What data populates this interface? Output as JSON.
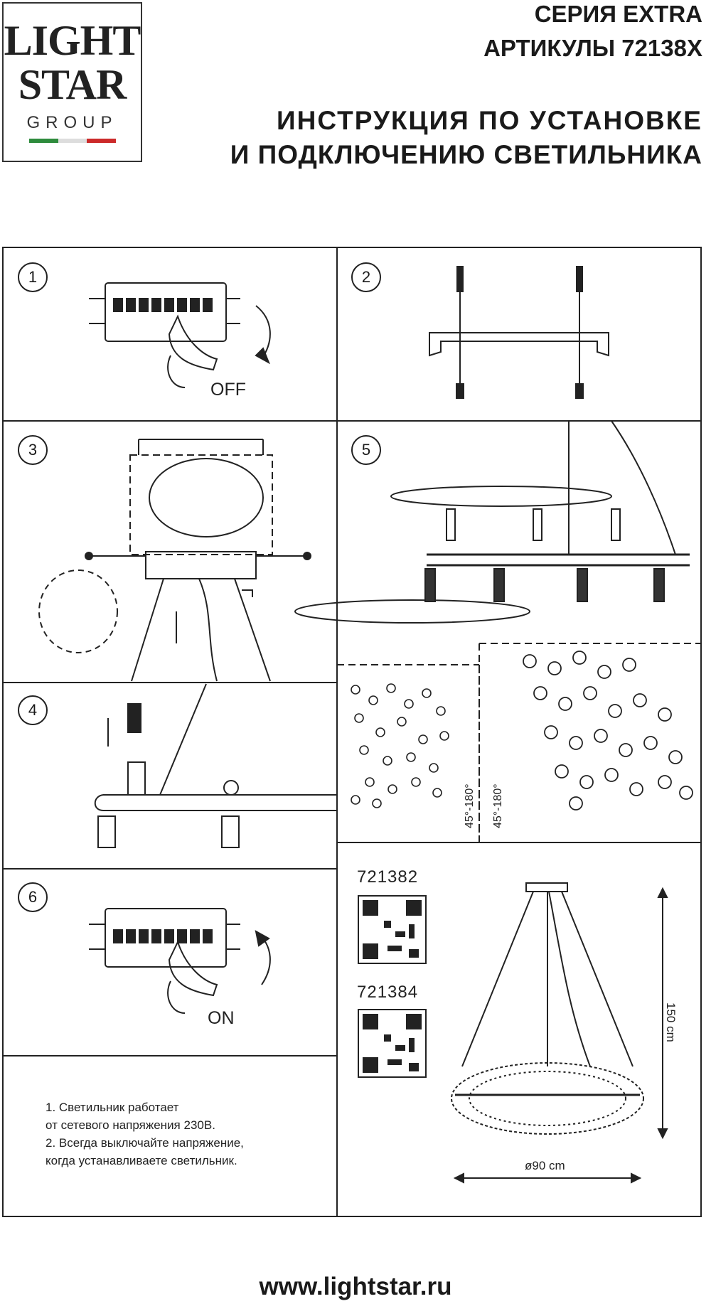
{
  "logo": {
    "line1": "LIGHT",
    "line2": "STAR",
    "line3": "GROUP"
  },
  "header": {
    "series": "СЕРИЯ EXTRA",
    "articles": "АРТИКУЛЫ 72138X",
    "title_line1": "ИНСТРУКЦИЯ ПО УСТАНОВКЕ",
    "title_line2": "И ПОДКЛЮЧЕНИЮ СВЕТИЛЬНИКА"
  },
  "steps": [
    {
      "number": "1",
      "label": "OFF"
    },
    {
      "number": "2"
    },
    {
      "number": "3"
    },
    {
      "number": "4"
    },
    {
      "number": "5",
      "angle_left": "45°-180°",
      "angle_right": "45°-180°"
    },
    {
      "number": "6",
      "label": "ON"
    }
  ],
  "products": [
    {
      "code": "721382"
    },
    {
      "code": "721384"
    }
  ],
  "dimensions": {
    "height": "150 cm",
    "diameter": "ø90 cm"
  },
  "notes": {
    "line1": "1. Светильник работает",
    "line2": "от сетевого напряжения 230В.",
    "line3": "2. Всегда выключайте напряжение,",
    "line4": "когда устанавливаете светильник."
  },
  "footer": {
    "url": "www.lightstar.ru"
  },
  "colors": {
    "flag_green": "#2e8b3d",
    "flag_white": "#ffffff",
    "flag_red": "#cc2a2a",
    "line": "#222222"
  }
}
